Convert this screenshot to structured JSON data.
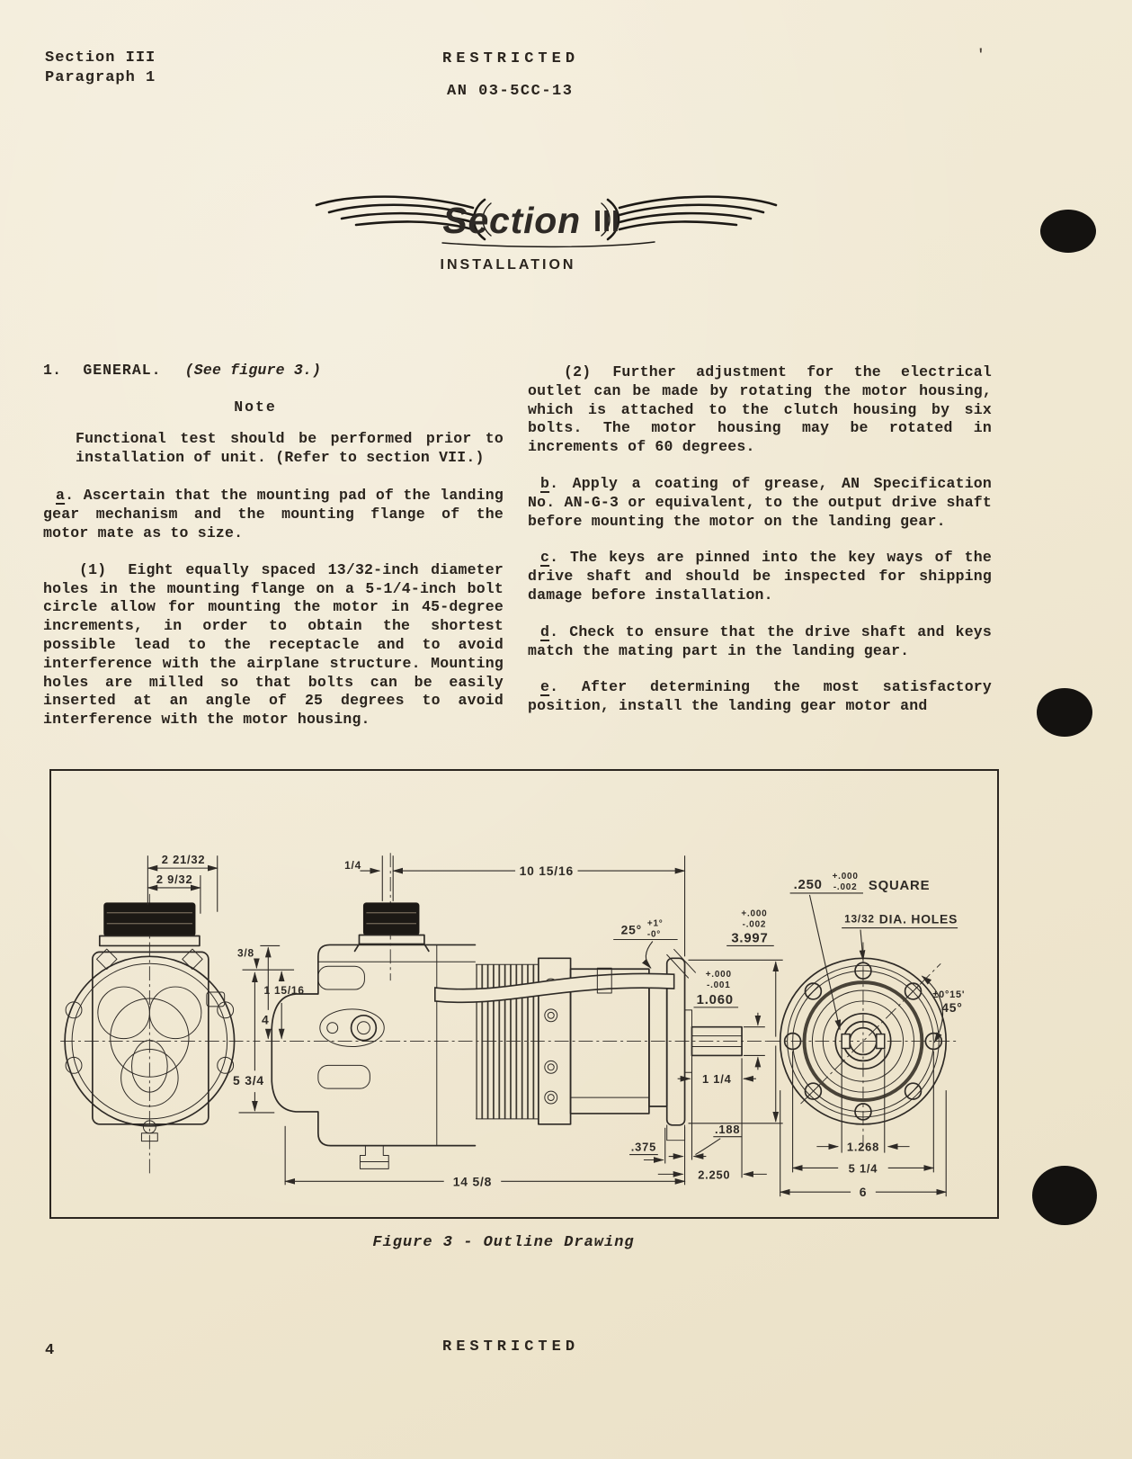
{
  "page": {
    "background": "#f0e8d2",
    "ink": "#2a241e",
    "speck": "'"
  },
  "header": {
    "section": "Section III",
    "paragraph": "Paragraph 1",
    "restricted": "RESTRICTED",
    "doc_number": "AN 03-5CC-13"
  },
  "banner": {
    "script_word": "Section",
    "numeral": "III",
    "title": "INSTALLATION"
  },
  "columns": {
    "left": {
      "heading_number": "1.",
      "heading_title": "GENERAL.",
      "heading_ref": "(See figure 3.)",
      "note_label": "Note",
      "note_text": "Functional test should be performed prior to installation of unit. (Refer to section VII.)",
      "para_a_letter": "a",
      "para_a_after": ".  Ascertain that the mounting pad of the landing gear mechanism and the mounting flange of the motor mate as to size.",
      "para_1_label": "(1)",
      "para_1_text": "Eight equally spaced 13/32-inch diameter holes in the mounting flange on a 5-1/4-inch bolt circle allow for mounting the motor in 45-degree increments, in order to obtain the shortest possible lead to the receptacle and to avoid interference with the airplane structure. Mounting holes are milled so that bolts can be easily inserted at an angle of 25 degrees to avoid interference with the motor housing."
    },
    "right": {
      "para_2_label": "(2)",
      "para_2_text": "Further adjustment for the electrical outlet can be made by rotating the motor housing, which is attached to the clutch housing by six bolts. The motor housing may be rotated in increments of 60 degrees.",
      "para_b_letter": "b",
      "para_b_after": ".  Apply a coating of grease, AN Specification No. AN-G-3 or equivalent, to the output drive shaft before mounting the motor on the landing gear.",
      "para_c_letter": "c",
      "para_c_after": ".  The keys are pinned into the key ways of the drive shaft and should be inspected for shipping damage before installation.",
      "para_d_letter": "d",
      "para_d_after": ".  Check to ensure that the drive shaft and keys match the mating part in the landing gear.",
      "para_e_letter": "e",
      "para_e_after": ".  After determining the most satisfactory position, install the landing gear motor and"
    }
  },
  "figure": {
    "caption": "Figure 3 - Outline Drawing",
    "dims": {
      "d_2_21_32": "2 21/32",
      "d_2_9_32": "2 9/32",
      "d_3_8": "3/8",
      "d_1_15_16": "1 15/16",
      "d_4": "4",
      "d_5_3_4": "5 3/4",
      "d_1_4": "1/4",
      "d_10_15_16": "10 15/16",
      "a25": "25°",
      "a25_plus": "+1°",
      "a25_minus": "-0°",
      "d3997": "3.997",
      "d3997_plus": "+.000",
      "d3997_minus": "-.002",
      "d1060": "1.060",
      "d1060_plus": "+.000",
      "d1060_minus": "-.001",
      "d_1_1_4": "1 1/4",
      "d_188": ".188",
      "d_375": ".375",
      "d_2250": "2.250",
      "d_14_5_8": "14 5/8",
      "sq": ".250",
      "sq_plus": "+.000",
      "sq_minus": "-.002",
      "sq_word": "SQUARE",
      "holes_frac": "13/32",
      "holes_word": "DIA. HOLES",
      "a45": "45°",
      "a45_tol": "±0°15'",
      "d_1268": "1.268",
      "d_5_1_4": "5 1/4",
      "d_6": "6"
    }
  },
  "footer": {
    "page_number": "4",
    "restricted": "RESTRICTED"
  }
}
